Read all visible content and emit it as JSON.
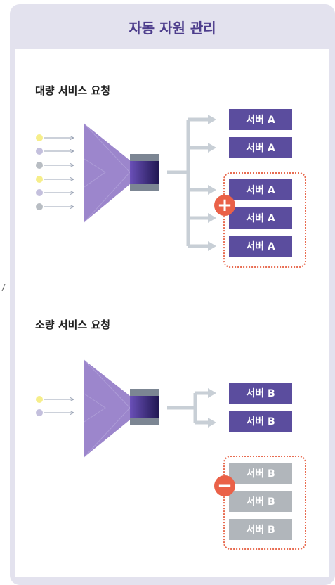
{
  "title": "자동 자원 관리",
  "sections": [
    {
      "title": "대량 서비스 요청",
      "request_dots": [
        "#f6ee8a",
        "#c4c0dd",
        "#b8bdc3",
        "#f6ee8a",
        "#c4c0dd",
        "#b8bdc3"
      ],
      "active_servers": [
        "서버 A",
        "서버 A"
      ],
      "scaled_servers": [
        "서버 A",
        "서버 A",
        "서버 A"
      ],
      "badge": "+"
    },
    {
      "title": "소량 서비스 요청",
      "request_dots": [
        "#f6ee8a",
        "#c4c0dd"
      ],
      "active_servers": [
        "서버 B",
        "서버 B"
      ],
      "scaled_servers": [
        "서버 B",
        "서버 B",
        "서버 B"
      ],
      "badge": "−"
    }
  ],
  "colors": {
    "accent": "#5b4d9e",
    "inactive": "#b1b6bb",
    "alert": "#ea6148",
    "connector": "#c8cfd6"
  }
}
